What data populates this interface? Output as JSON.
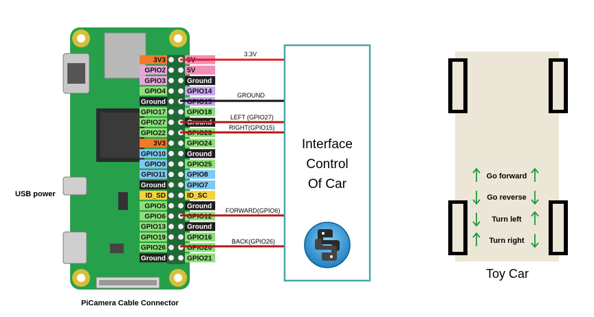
{
  "board": {
    "usb_power_label": "USB power",
    "camera_connector_label": "PiCamera Cable Connector",
    "pins_left": [
      "3V3",
      "GPIO2",
      "GPIO3",
      "GPIO4",
      "Ground",
      "GPIO17",
      "GPIO27",
      "GPIO22",
      "3V3",
      "GPIO10",
      "GPIO9",
      "GPIO11",
      "Ground",
      "ID_SD",
      "GPIO5",
      "GPIO6",
      "GPIO13",
      "GPIO19",
      "GPIO26",
      "Ground"
    ],
    "pins_right": [
      "5V",
      "5V",
      "Ground",
      "GPIO14",
      "GPIO15",
      "GPIO18",
      "Ground",
      "GPIO23",
      "GPIO24",
      "Ground",
      "GPIO25",
      "GPIO8",
      "GPIO7",
      "ID_SC",
      "Ground",
      "GPIO12",
      "Ground",
      "GPIO16",
      "GPIO20",
      "GPIO21"
    ]
  },
  "wires": [
    {
      "label": "3.3V",
      "color": "#e02020"
    },
    {
      "label": "GROUND",
      "color": "#111111"
    },
    {
      "label": "LEFT (GPIO27)",
      "color": "#b01818"
    },
    {
      "label": "RIGHT(GPIO15)",
      "color": "#b01818"
    },
    {
      "label": "FORWARD(GPIO6)",
      "color": "#b01818"
    },
    {
      "label": "BACK(GPIO26)",
      "color": "#b01818"
    }
  ],
  "interface_box": {
    "lines": [
      "Interface",
      "Control",
      "Of Car"
    ],
    "border_color": "#4aa3a8",
    "icon": "python-logo-icon"
  },
  "car": {
    "title": "Toy Car",
    "controls": [
      "Go forward",
      "Go reverse",
      "Turn left",
      "Turn right"
    ],
    "body_color": "#ece6d6",
    "arrow_color": "#1a9a3a"
  }
}
